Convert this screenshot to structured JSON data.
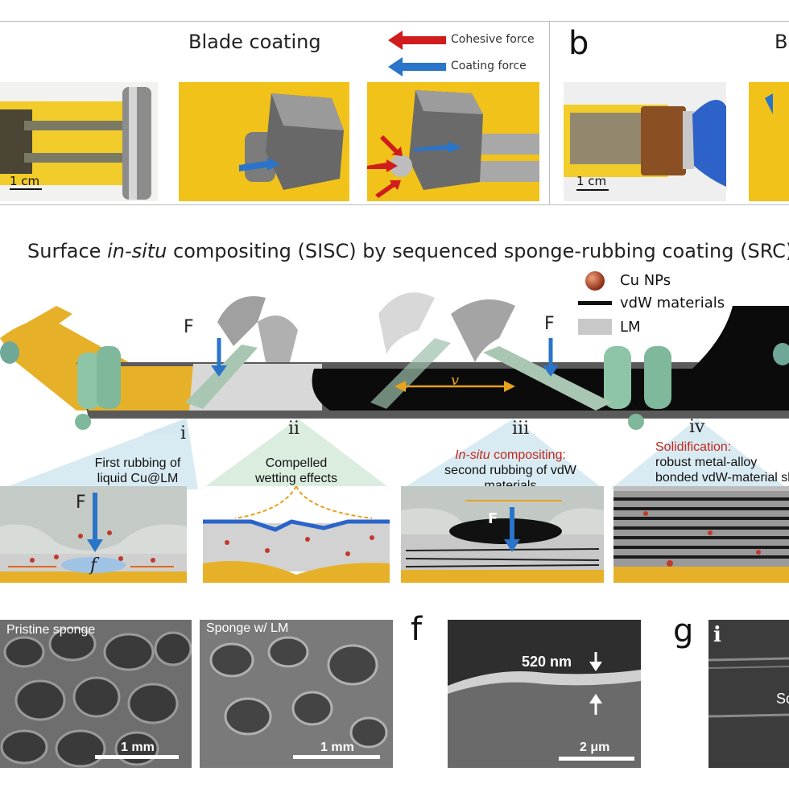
{
  "panels": {
    "a": {
      "title": "Blade coating",
      "legend": {
        "cohesive": "Cohesive force",
        "coating": "Coating force",
        "cohesive_color": "#d01c1c",
        "coating_color": "#2a74c9"
      },
      "scale": "1 cm"
    },
    "b": {
      "letter": "b",
      "title_fragment": "B",
      "scale": "1 cm"
    },
    "main": {
      "title_pre": "Surface ",
      "title_italic": "in-situ",
      "title_post": " compositing (SISC) by sequenced sponge-rubbing coating (SRC)",
      "legend": {
        "cu": "Cu NPs",
        "vdw": "vdW materials",
        "lm": "LM"
      },
      "force": "F",
      "velocity": "v",
      "steps": [
        {
          "num": "i",
          "line1": "First rubbing of",
          "line2": "liquid Cu@LM"
        },
        {
          "num": "ii",
          "line1": "Compelled",
          "line2": "wetting effects"
        },
        {
          "num": "iii",
          "highlight_italic": "In-situ",
          "highlight_rest": " compositing:",
          "line1": "second rubbing of vdW",
          "line2": "materials"
        },
        {
          "num": "iv",
          "highlight": "Solidification:",
          "line1": "robust metal-alloy",
          "line2": "bonded vdW-material sk"
        }
      ],
      "inset_force": "F",
      "inset_friction": "f",
      "accent_red": "#c0281e",
      "accent_orange": "#e8a21c"
    },
    "sem": {
      "pristine": "Pristine sponge",
      "with_lm": "Sponge w/ LM",
      "scale_mm": "1 mm",
      "f_letter": "f",
      "thickness": "520 nm",
      "scale_um": "2 μm",
      "g_letter": "g",
      "g_sub": "i",
      "g_frag": "Sc"
    }
  }
}
